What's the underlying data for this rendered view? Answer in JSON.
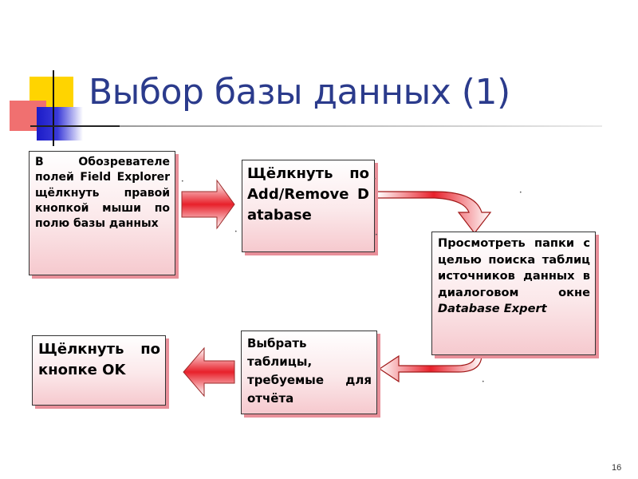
{
  "slide": {
    "title": "Выбор базы данных (1)",
    "page_number": "16"
  },
  "steps": [
    {
      "id": "step-1",
      "text": "В Обозревателе полей Field Explorer щёлкнуть правой кнопкой мыши по полю базы данных"
    },
    {
      "id": "step-2",
      "text": "Щёлкнуть по Add/Remove Database"
    },
    {
      "id": "step-3",
      "text_lines": [
        "Просмотреть папки с целью поиска таблиц источников данных в диалоговом окне",
        "Database Expert"
      ]
    },
    {
      "id": "step-4",
      "text": "Выбрать таблицы, требуемые для отчёта"
    },
    {
      "id": "step-5",
      "text": "Щёлкнуть по кнопке OK"
    }
  ],
  "colors": {
    "title": "#2b3b8c",
    "box_border": "#333333",
    "box_shadow": "#e88f99",
    "arrow_fill": "#e8202a",
    "deco_yellow": "#ffd400",
    "deco_red": "#f07070",
    "deco_blue": "#1b1bc8"
  }
}
